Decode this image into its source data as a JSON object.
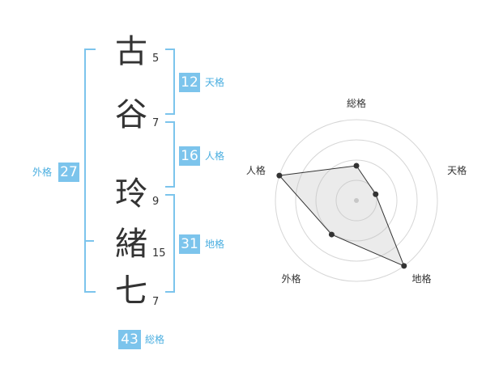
{
  "name": [
    {
      "char": "古",
      "strokes": "5"
    },
    {
      "char": "谷",
      "strokes": "7"
    },
    {
      "char": "玲",
      "strokes": "9"
    },
    {
      "char": "緒",
      "strokes": "15"
    },
    {
      "char": "七",
      "strokes": "7"
    }
  ],
  "fortunes": {
    "tenkaku": {
      "value": "12",
      "label": "天格"
    },
    "jinkaku": {
      "value": "16",
      "label": "人格"
    },
    "chikaku": {
      "value": "31",
      "label": "地格"
    },
    "gaikaku": {
      "value": "27",
      "label": "外格"
    },
    "soukaku": {
      "value": "43",
      "label": "総格"
    }
  },
  "accent_color": "#7cc4ec",
  "chart_data": {
    "type": "radar",
    "axes": [
      "総格",
      "天格",
      "地格",
      "外格",
      "人格"
    ],
    "values": [
      0.43,
      0.25,
      1.0,
      0.52,
      1.0
    ],
    "max": 1.0,
    "rings": 4,
    "grid": true
  }
}
